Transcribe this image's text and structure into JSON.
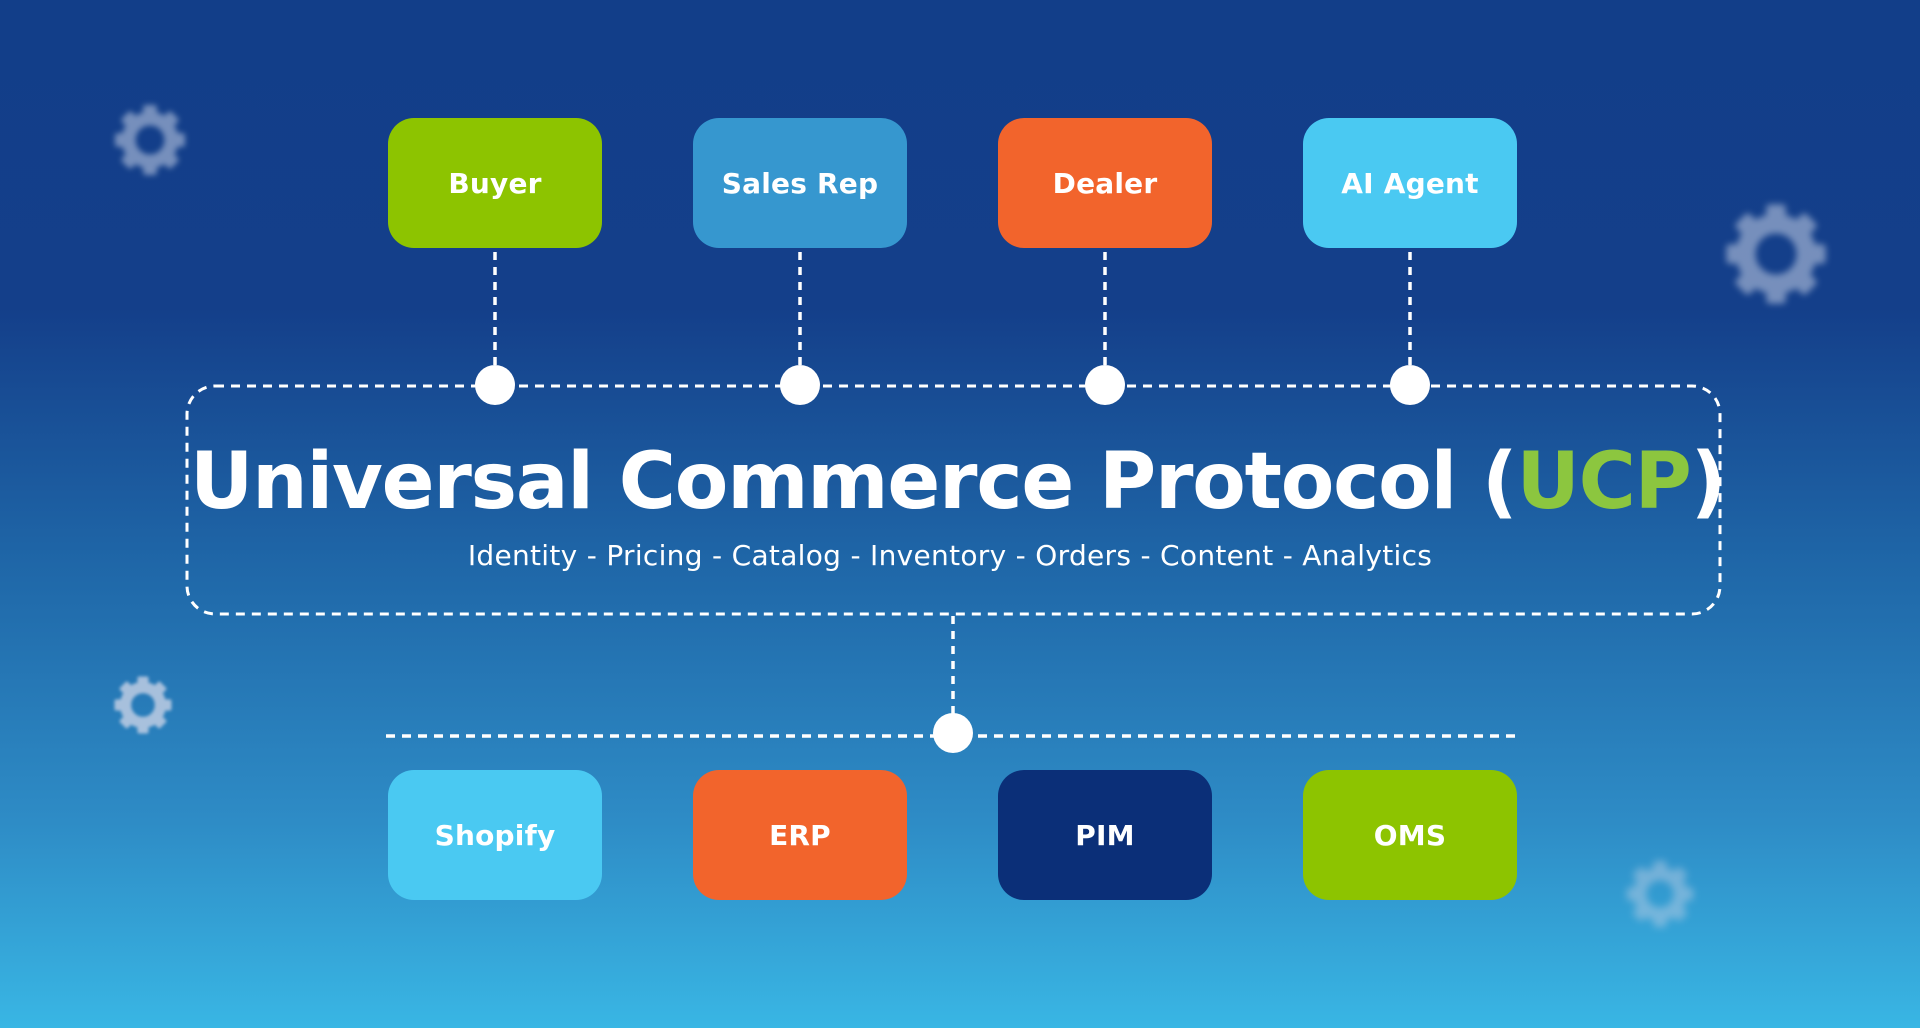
{
  "title": {
    "main": "Universal Commerce Protocol (",
    "accent": "UCP",
    "end": ")"
  },
  "subtitle": "Identity -  Pricing -  Catalog -  Inventory  -  Orders -  Content -  Analytics",
  "top_nodes": [
    {
      "label": "Buyer",
      "color": "#8dc400"
    },
    {
      "label": "Sales Rep",
      "color": "#3697cf"
    },
    {
      "label": "Dealer",
      "color": "#f2642c"
    },
    {
      "label": "AI Agent",
      "color": "#4ac9f2"
    }
  ],
  "bottom_nodes": [
    {
      "label": "Shopify",
      "color": "#4ac9f2"
    },
    {
      "label": "ERP",
      "color": "#f2642c"
    },
    {
      "label": "PIM",
      "color": "#0b2f78"
    },
    {
      "label": "OMS",
      "color": "#8dc400"
    }
  ],
  "colors": {
    "accent": "#8cc63f",
    "connector": "#ffffff",
    "gear": "#c8d2e6"
  },
  "icons": [
    "gear-icon"
  ]
}
